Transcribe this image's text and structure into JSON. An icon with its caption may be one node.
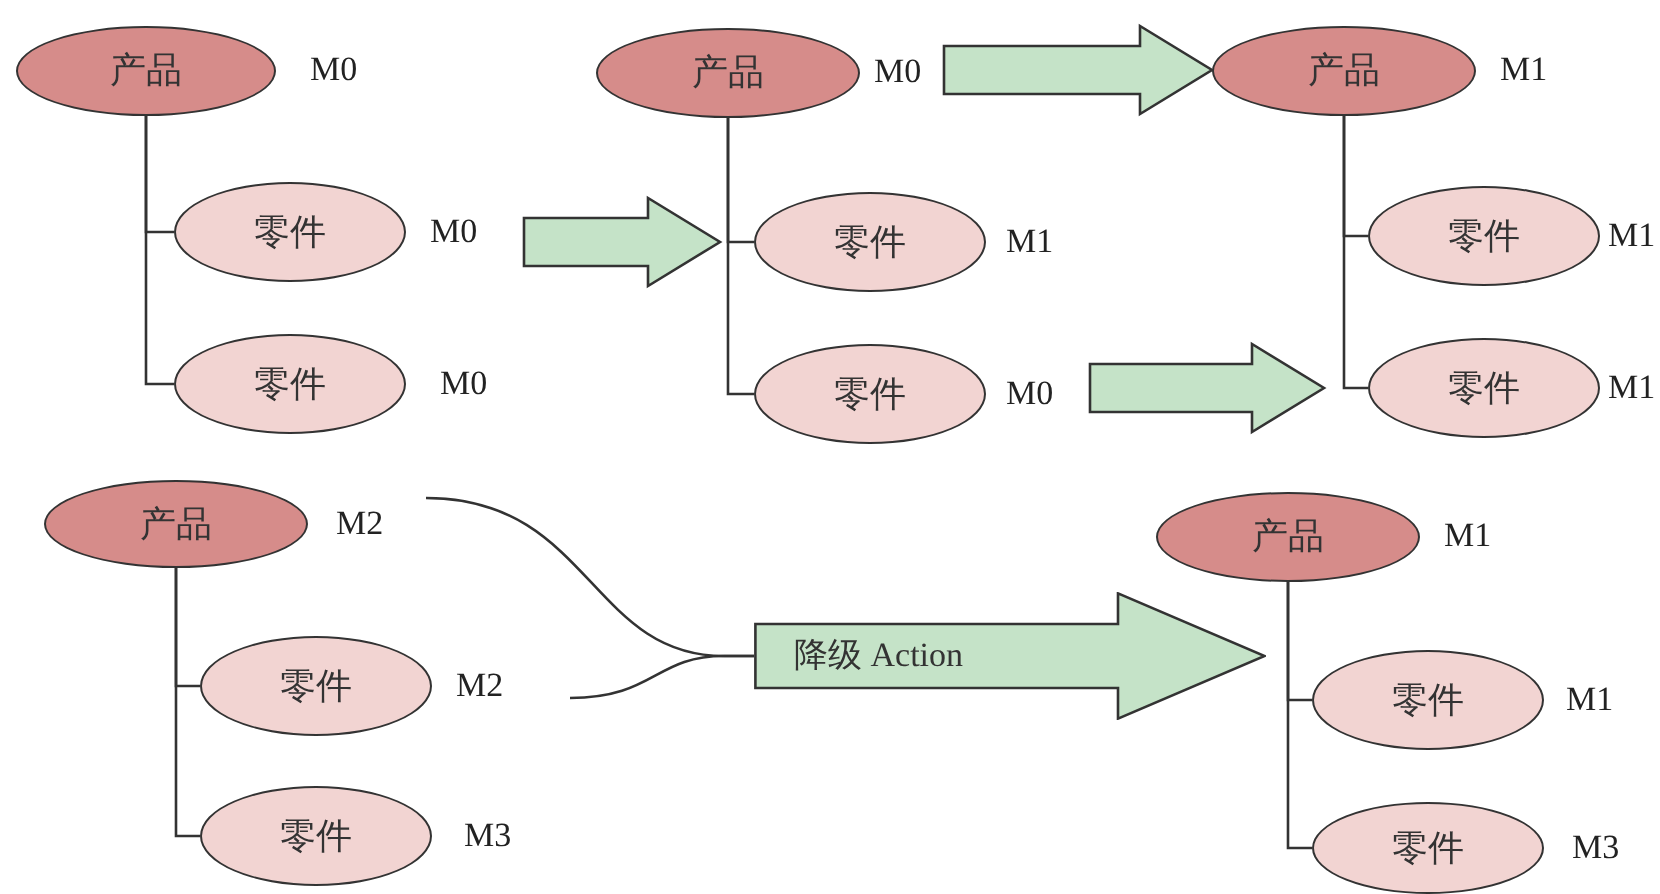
{
  "diagram": {
    "nodes": [
      {
        "text": [
          "产品"
        ],
        "beside": [
          "M0"
        ]
      },
      {
        "text": [
          "零件"
        ],
        "beside": [
          "M0"
        ]
      },
      {
        "text": [
          "零件"
        ],
        "beside": [
          "M0"
        ]
      },
      {
        "text": [
          "产品"
        ],
        "beside": [
          "M0"
        ]
      },
      {
        "text": [
          "零件"
        ],
        "beside": [
          "M1"
        ]
      },
      {
        "text": [
          "零件"
        ],
        "beside": [
          "M0"
        ]
      },
      {
        "text": [
          "产品"
        ],
        "beside": [
          "M1"
        ]
      },
      {
        "text": [
          "零件"
        ],
        "beside": [
          "M1"
        ]
      },
      {
        "text": [
          "零件"
        ],
        "beside": [
          "M1"
        ]
      },
      {
        "text": [
          "产品"
        ],
        "beside": [
          "M2"
        ]
      },
      {
        "text": [
          "零件"
        ],
        "beside": [
          "M2"
        ]
      },
      {
        "text": [
          "零件"
        ],
        "beside": [
          "M3"
        ]
      },
      {
        "text": [
          "产品"
        ],
        "beside": [
          "M1"
        ]
      },
      {
        "text": [
          "零件"
        ],
        "beside": [
          "M1"
        ]
      },
      {
        "text": [
          "零件"
        ],
        "beside": [
          "M3"
        ]
      },
      {
        "text": [
          "降级 Action"
        ]
      }
    ],
    "edges": [
      {
        "from": 0,
        "to": 1,
        "arrow": "none"
      },
      {
        "from": 0,
        "to": 2,
        "arrow": "none"
      },
      {
        "from": 3,
        "to": 4,
        "arrow": "none"
      },
      {
        "from": 3,
        "to": 5,
        "arrow": "none"
      },
      {
        "from": 6,
        "to": 7,
        "arrow": "none"
      },
      {
        "from": 6,
        "to": 8,
        "arrow": "none"
      },
      {
        "from": 9,
        "to": 10,
        "arrow": "none"
      },
      {
        "from": 9,
        "to": 11,
        "arrow": "none"
      },
      {
        "from": 12,
        "to": 13,
        "arrow": "none"
      },
      {
        "from": 12,
        "to": 14,
        "arrow": "none"
      },
      {
        "from": 1,
        "to": 4,
        "arrow": "to",
        "style": "thick",
        "color": "#c5e3c8"
      },
      {
        "from": 3,
        "to": 6,
        "arrow": "to",
        "style": "thick",
        "color": "#c5e3c8"
      },
      {
        "from": 5,
        "to": 8,
        "arrow": "to",
        "style": "thick",
        "color": "#c5e3c8"
      },
      {
        "from": 9,
        "to": 15,
        "arrow": "none"
      },
      {
        "from": 10,
        "to": 15,
        "arrow": "none"
      }
    ]
  }
}
